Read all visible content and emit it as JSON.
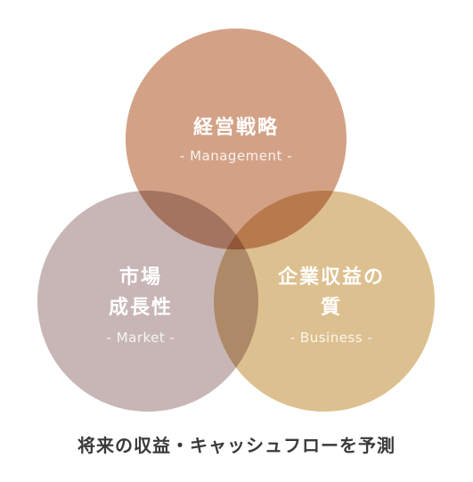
{
  "circles": {
    "top": {
      "title_line1": "経営戦略",
      "subtitle": "- Management -",
      "color": "#c98d6b"
    },
    "left": {
      "title_line1": "市場",
      "title_line2": "成長性",
      "subtitle": "- Market -",
      "color": "#b9a2a2"
    },
    "right": {
      "title_line1": "企業収益の",
      "title_line2": "質",
      "subtitle": "- Business -",
      "color": "#d6b277"
    }
  },
  "caption": "将来の収益・キャッシュフローを予測"
}
